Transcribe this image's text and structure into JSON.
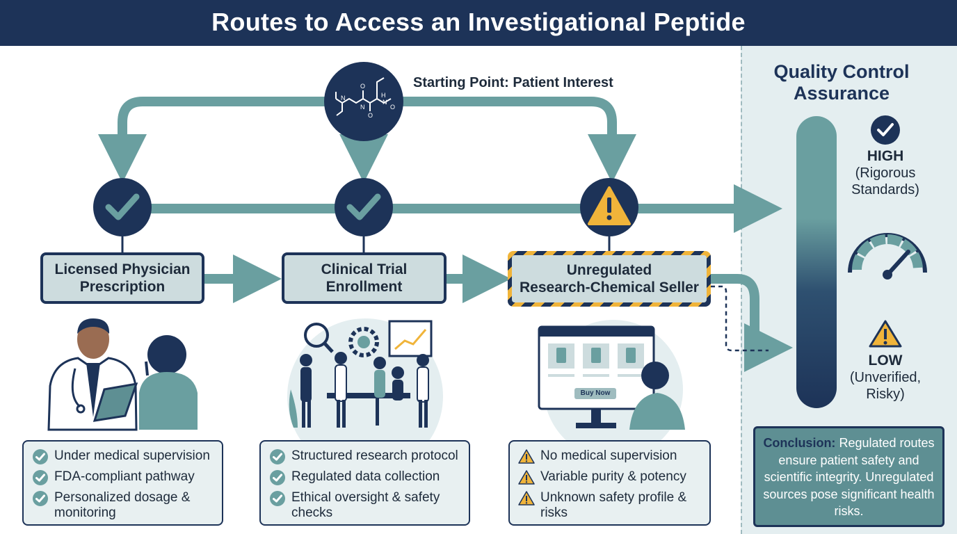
{
  "header": {
    "title": "Routes to Access an Investigational Peptide"
  },
  "start": {
    "label": "Starting Point: Patient Interest"
  },
  "routes": [
    {
      "title_line1": "Licensed Physician",
      "title_line2": "Prescription",
      "status": "check",
      "features": [
        "Under medical supervision",
        "FDA-compliant pathway",
        "Personalized dosage & monitoring"
      ]
    },
    {
      "title_line1": "Clinical Trial",
      "title_line2": "Enrollment",
      "status": "check",
      "features": [
        "Structured research protocol",
        "Regulated data collection",
        "Ethical oversight & safety checks"
      ]
    },
    {
      "title_line1": "Unregulated",
      "title_line2": "Research-Chemical Seller",
      "status": "warning",
      "features": [
        "No medical supervision",
        "Variable purity & potency",
        "Unknown safety profile & risks"
      ]
    }
  ],
  "illustrations": {
    "buy_button": "Buy Now"
  },
  "quality": {
    "title_line1": "Quality Control",
    "title_line2": "Assurance",
    "high": {
      "label": "HIGH",
      "desc_line1": "(Rigorous",
      "desc_line2": "Standards)"
    },
    "low": {
      "label": "LOW",
      "desc_line1": "(Unverified,",
      "desc_line2": "Risky)"
    }
  },
  "conclusion": {
    "lead": "Conclusion:",
    "text": "Regulated routes ensure patient safety and scientific integrity. Unregulated sources pose significant health risks."
  },
  "colors": {
    "navy": "#1d3358",
    "teal": "#6a9fa0",
    "warning": "#f0b43a",
    "panel": "#e4eef0"
  }
}
